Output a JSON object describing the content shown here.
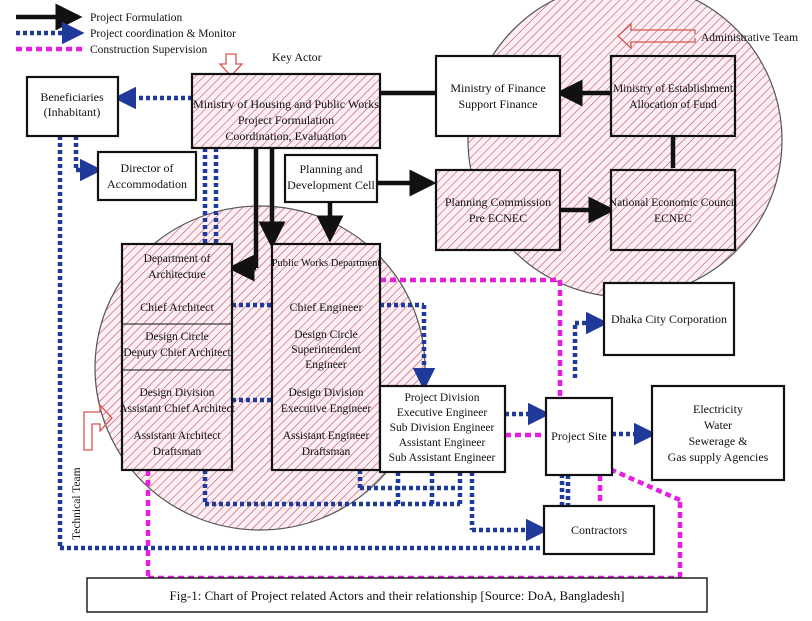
{
  "legend": {
    "formulation": "Project Formulation",
    "coordination": "Project coordination & Monitor",
    "supervision": "Construction Supervision"
  },
  "annotations": {
    "key_actor": "Key Actor",
    "administrative_team": "Administrative Team",
    "technical_team": "Technical Team"
  },
  "nodes": {
    "beneficiaries": [
      "Beneficiaries",
      "(Inhabitant)"
    ],
    "ministry_housing": [
      "Ministry of Housing and Public Works",
      "Project Formulation",
      "Coordination, Evaluation"
    ],
    "director_accommodation": [
      "Director of",
      "Accommodation"
    ],
    "planning_cell": [
      "Planning and",
      "Development Cell"
    ],
    "ministry_finance": [
      "Ministry of Finance",
      "Support Finance"
    ],
    "ministry_establishment": [
      "Ministry of Establishment",
      "Allocation of Fund"
    ],
    "planning_commission": [
      "Planning Commission",
      "Pre ECNEC"
    ],
    "national_economic_council": [
      "National Economic Council",
      "ECNEC"
    ],
    "dept_architecture": {
      "title": [
        "Department of",
        "Architecture"
      ],
      "chief": "Chief Architect",
      "design_circle": [
        "Design Circle",
        "Deputy Chief Architect"
      ],
      "design_division": [
        "Design Division",
        "Assistant Chief Architect"
      ],
      "assistant": [
        "Assistant Architect",
        "Draftsman"
      ]
    },
    "public_works": {
      "title": "Public Works Department",
      "chief": "Chief Engineer",
      "design_circle": [
        "Design Circle",
        "Superintendent",
        "Engineer"
      ],
      "design_division": [
        "Design Division",
        "Executive Engineer"
      ],
      "assistant": [
        "Assistant Engineer",
        "Draftsman"
      ]
    },
    "project_division": [
      "Project Division",
      "Executive Engineer",
      "Sub Division Engineer",
      "Assistant Engineer",
      "Sub Assistant Engineer"
    ],
    "project_site": "Project Site",
    "dhaka_city": "Dhaka City Corporation",
    "utilities": [
      "Electricity",
      "Water",
      "Sewerage &",
      "Gas supply Agencies"
    ],
    "contractors": "Contractors"
  },
  "caption": "Fig-1:  Chart of Project related Actors and their relationship  [Source: DoA, Bangladesh]",
  "colors": {
    "formulation": "#111111",
    "coordination": "#1f3a9a",
    "supervision": "#e51fe0",
    "hatch": "#c0506a",
    "outline_arrow": "#d9534f"
  }
}
